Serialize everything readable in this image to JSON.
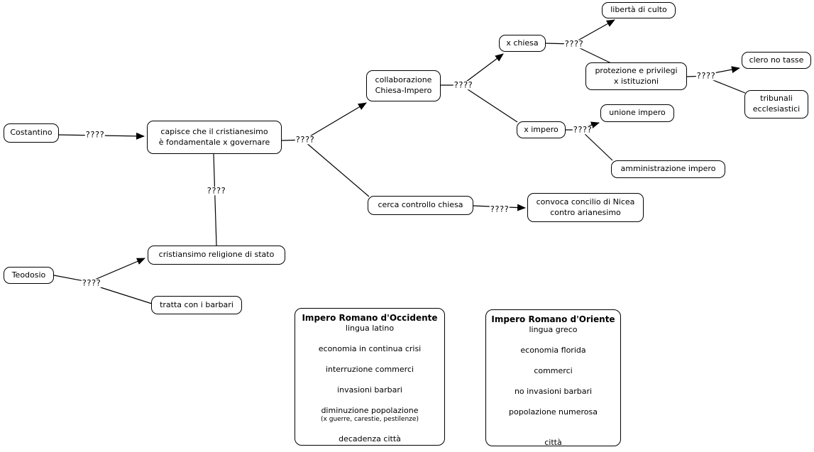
{
  "diagram": {
    "link_label": "????",
    "nodes": {
      "costantino": "Costantino",
      "capisce": "capisce che il cristianesimo\nè fondamentale x governare",
      "collaborazione": "collaborazione\nChiesa-Impero",
      "x_chiesa": "x chiesa",
      "liberta": "libertà di culto",
      "protezione": "protezione e privilegi\nx istituzioni",
      "clero": "clero no tasse",
      "tribunali": "tribunali\necclesiastici",
      "x_impero": "x impero",
      "unione": "unione impero",
      "amministrazione": "amministrazione impero",
      "cerca": "cerca controllo chiesa",
      "convoca": "convoca concilio di Nicea\ncontro arianesimo",
      "cristiansimo": "cristiansimo religione di stato",
      "teodosio": "Teodosio",
      "tratta": "tratta con i barbari"
    }
  },
  "panels": {
    "occidente": {
      "title": "Impero Romano d'Occidente",
      "items": [
        "lingua latino",
        "economia in continua crisi",
        "interruzione commerci",
        "invasioni barbari",
        "diminuzione popolazione",
        "decadenza città"
      ],
      "note": "(x guerre, carestie, pestilenze)"
    },
    "oriente": {
      "title": "Impero Romano d'Oriente",
      "items": [
        "lingua greco",
        "economia florida",
        "commerci",
        "no invasioni barbari",
        "popolazione numerosa",
        "città"
      ]
    }
  },
  "colors": {
    "line": "#000000",
    "node_border": "#000000",
    "node_fill": "#ffffff"
  }
}
